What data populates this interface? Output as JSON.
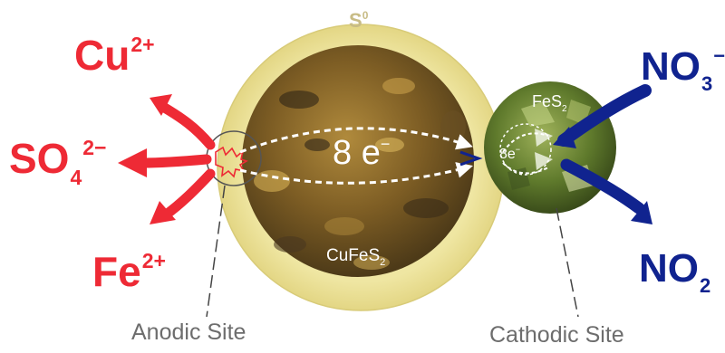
{
  "labels": {
    "s0": {
      "main": "S",
      "sup": "0"
    },
    "electrons_main": {
      "main": "8 e",
      "sup": "−"
    },
    "electrons_small": {
      "main": "8e",
      "sup": "−"
    },
    "chalcopyrite": {
      "main": "CuFeS",
      "sub": "2"
    },
    "pyrite": {
      "main": "FeS",
      "sub": "2"
    },
    "anodic_site": "Anodic Site",
    "cathodic_site": "Cathodic Site"
  },
  "ions": {
    "cu": {
      "main": "Cu",
      "sup": "2+"
    },
    "so4": {
      "main": "SO",
      "sub": "4",
      "sup": "2−"
    },
    "fe": {
      "main": "Fe",
      "sup": "2+"
    },
    "no3": {
      "main": "NO",
      "sub": "3",
      "sup": "−"
    },
    "no2": {
      "main": "NO",
      "sub": "2"
    }
  },
  "colors": {
    "anodic_products": "#ee2a35",
    "cathodic_species": "#10238f",
    "sulfur_layer": "#efe7a6",
    "chalcopyrite": "#8a6a2a",
    "pyrite": "#6f8a3a",
    "site_label": "#6d6d6d"
  }
}
